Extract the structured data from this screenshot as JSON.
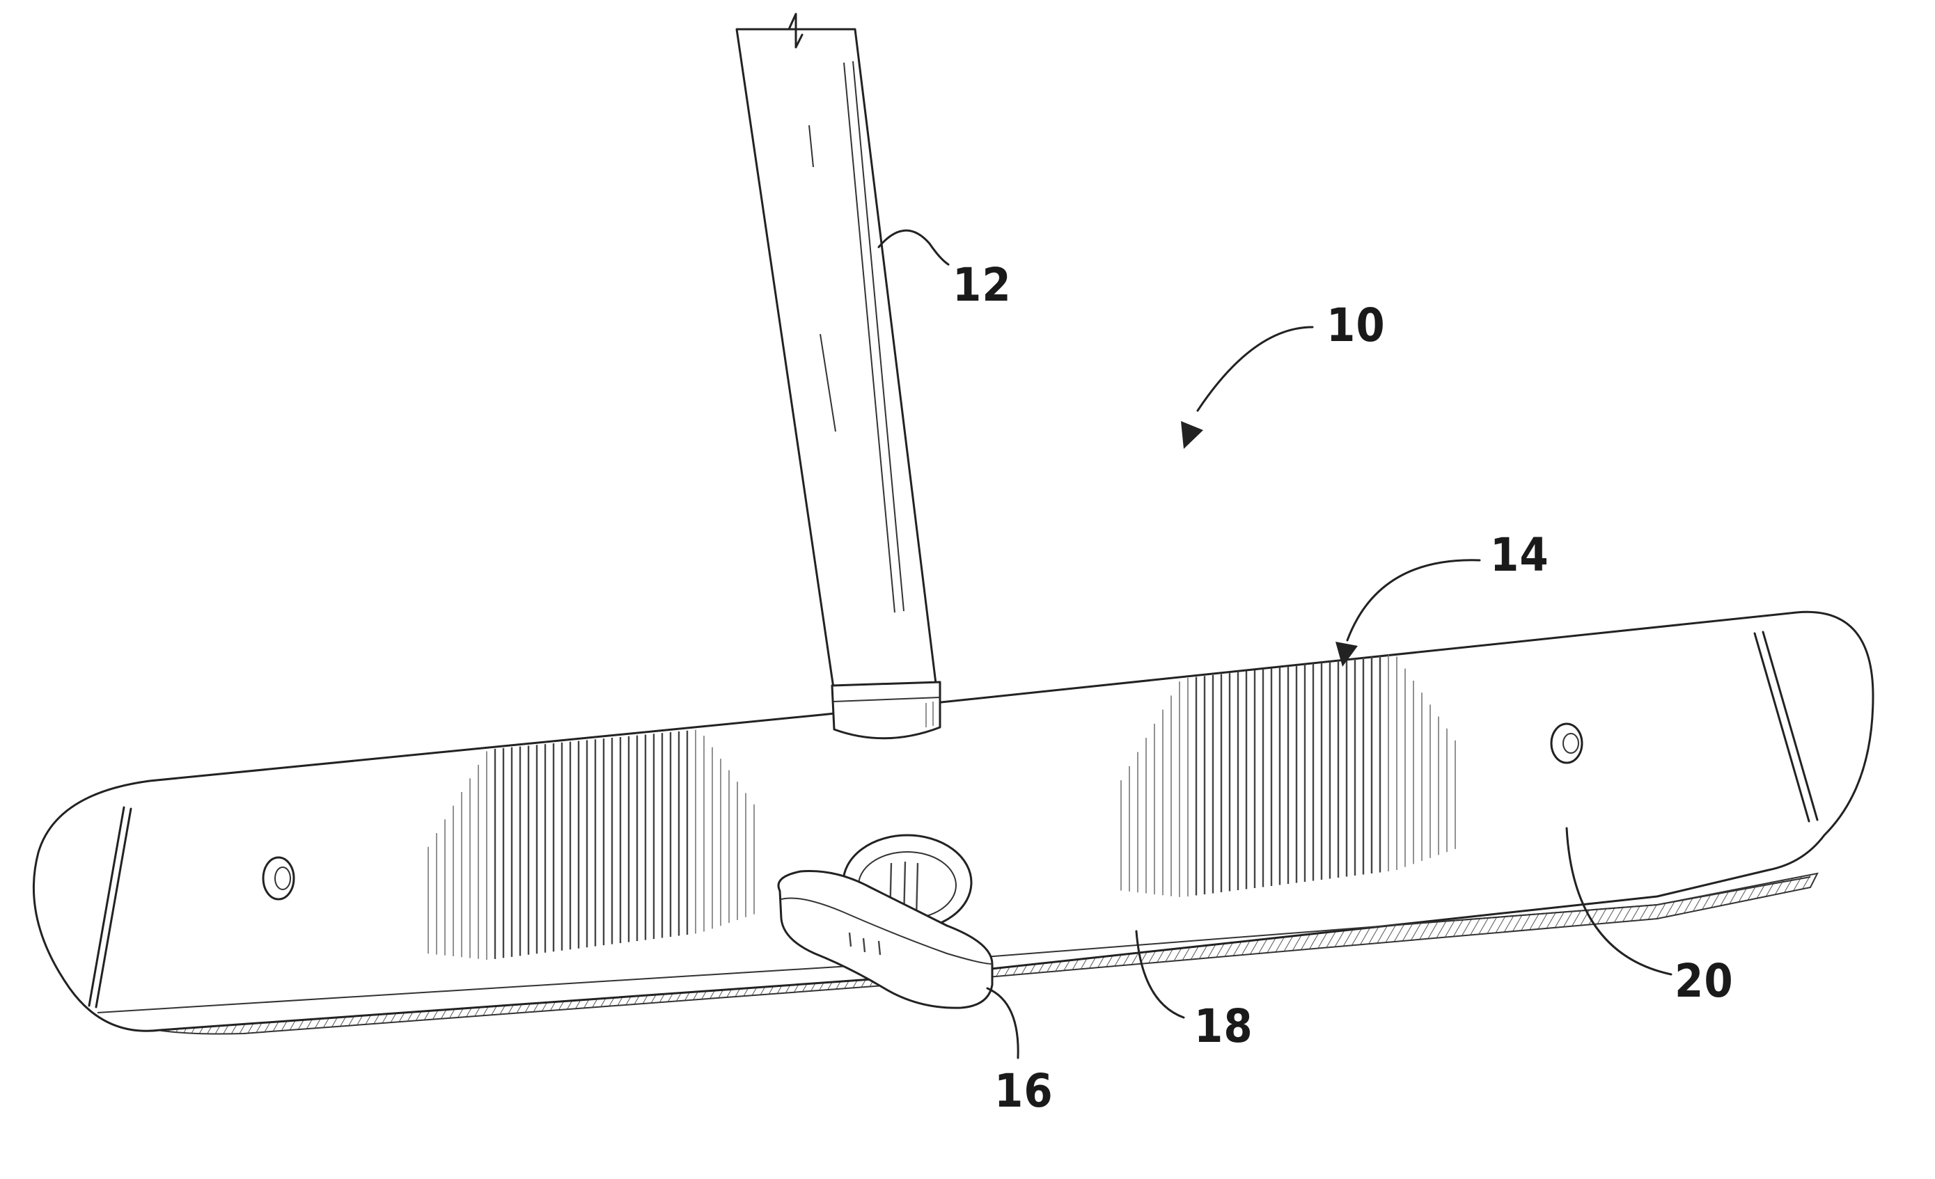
{
  "figure": {
    "reference_numerals": {
      "assembly": "10",
      "handle": "12",
      "mop_head": "14",
      "connector": "16",
      "edge": "18",
      "end_portion": "20"
    },
    "colors": {
      "line": "#222222",
      "background": "#ffffff"
    }
  }
}
